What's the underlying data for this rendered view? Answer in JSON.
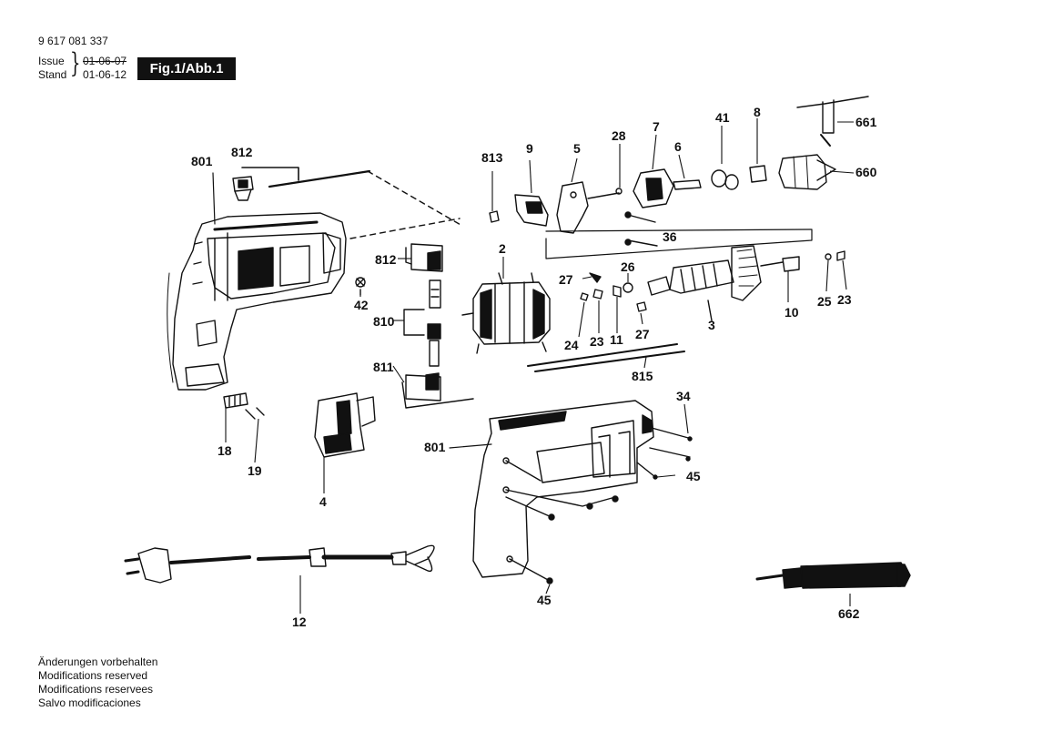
{
  "header": {
    "doc_number": "9 617 081 337",
    "issue_label": "Issue",
    "stand_label": "Stand",
    "brace": "}",
    "issue_date": "01-06-07",
    "stand_date": "01-06-12",
    "figure_label": "Fig.1/Abb.1"
  },
  "part_numbers": {
    "p801_top": "801",
    "p812_top": "812",
    "p812_mid": "812",
    "p813": "813",
    "p9": "9",
    "p5": "5",
    "p28": "28",
    "p7": "7",
    "p6": "6",
    "p41": "41",
    "p8": "8",
    "p661": "661",
    "p660": "660",
    "p36": "36",
    "p42": "42",
    "p2": "2",
    "p27_a": "27",
    "p26": "26",
    "p3": "3",
    "p10": "10",
    "p25": "25",
    "p23_right": "23",
    "p810": "810",
    "p24": "24",
    "p23_mid": "23",
    "p11": "11",
    "p27_b": "27",
    "p811": "811",
    "p815": "815",
    "p34": "34",
    "p801_bottom": "801",
    "p45_a": "45",
    "p45_b": "45",
    "p18": "18",
    "p19": "19",
    "p4": "4",
    "p12": "12",
    "p662": "662"
  },
  "footer": [
    "Änderungen vorbehalten",
    "Modifications reserved",
    "Modifications reservees",
    "Salvo modificaciones"
  ]
}
